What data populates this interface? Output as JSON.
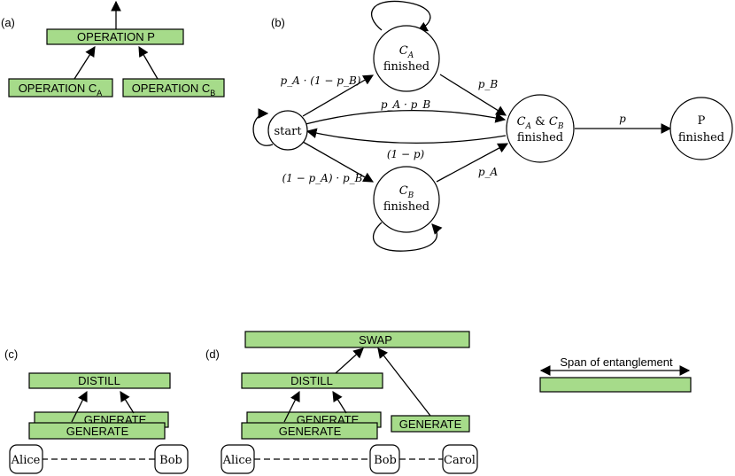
{
  "panel_a": {
    "tag": "(a)",
    "op_p": "OPERATION P",
    "op_ca_main": "OPERATION C",
    "op_ca_sub": "A",
    "op_cb_main": "OPERATION C",
    "op_cb_sub": "B"
  },
  "panel_b": {
    "tag": "(b)",
    "start": "start",
    "ca_sym": "C",
    "ca_sub": "A",
    "finished": "finished",
    "cb_sym": "C",
    "cb_sub": "B",
    "cacb_c1": "C",
    "cacb_s1": "A",
    "cacb_amp": " & ",
    "cacb_c2": "C",
    "cacb_s2": "B",
    "p_label": "P",
    "edge_start_ca": "p_A · (1 − p_B)",
    "edge_ca_cacb": "p_B",
    "edge_start_cacb": "p_A · p_B",
    "edge_cacb_start": "(1 − p)",
    "edge_start_cb": "(1 − p_A) · p_B",
    "edge_cb_cacb": "p_A",
    "edge_cacb_p": "p"
  },
  "panel_c": {
    "tag": "(c)",
    "distill": "DISTILL",
    "generate_back": "GENERATE",
    "generate_front": "GENERATE",
    "alice": "Alice",
    "bob": "Bob"
  },
  "panel_d": {
    "tag": "(d)",
    "swap": "SWAP",
    "distill": "DISTILL",
    "generate_back": "GENERATE",
    "generate_front": "GENERATE",
    "generate_right": "GENERATE",
    "alice": "Alice",
    "bob": "Bob",
    "carol": "Carol"
  },
  "legend": {
    "span_label": "Span of entanglement"
  },
  "colors": {
    "box_fill": "#a6db8a",
    "stroke": "#000000"
  }
}
